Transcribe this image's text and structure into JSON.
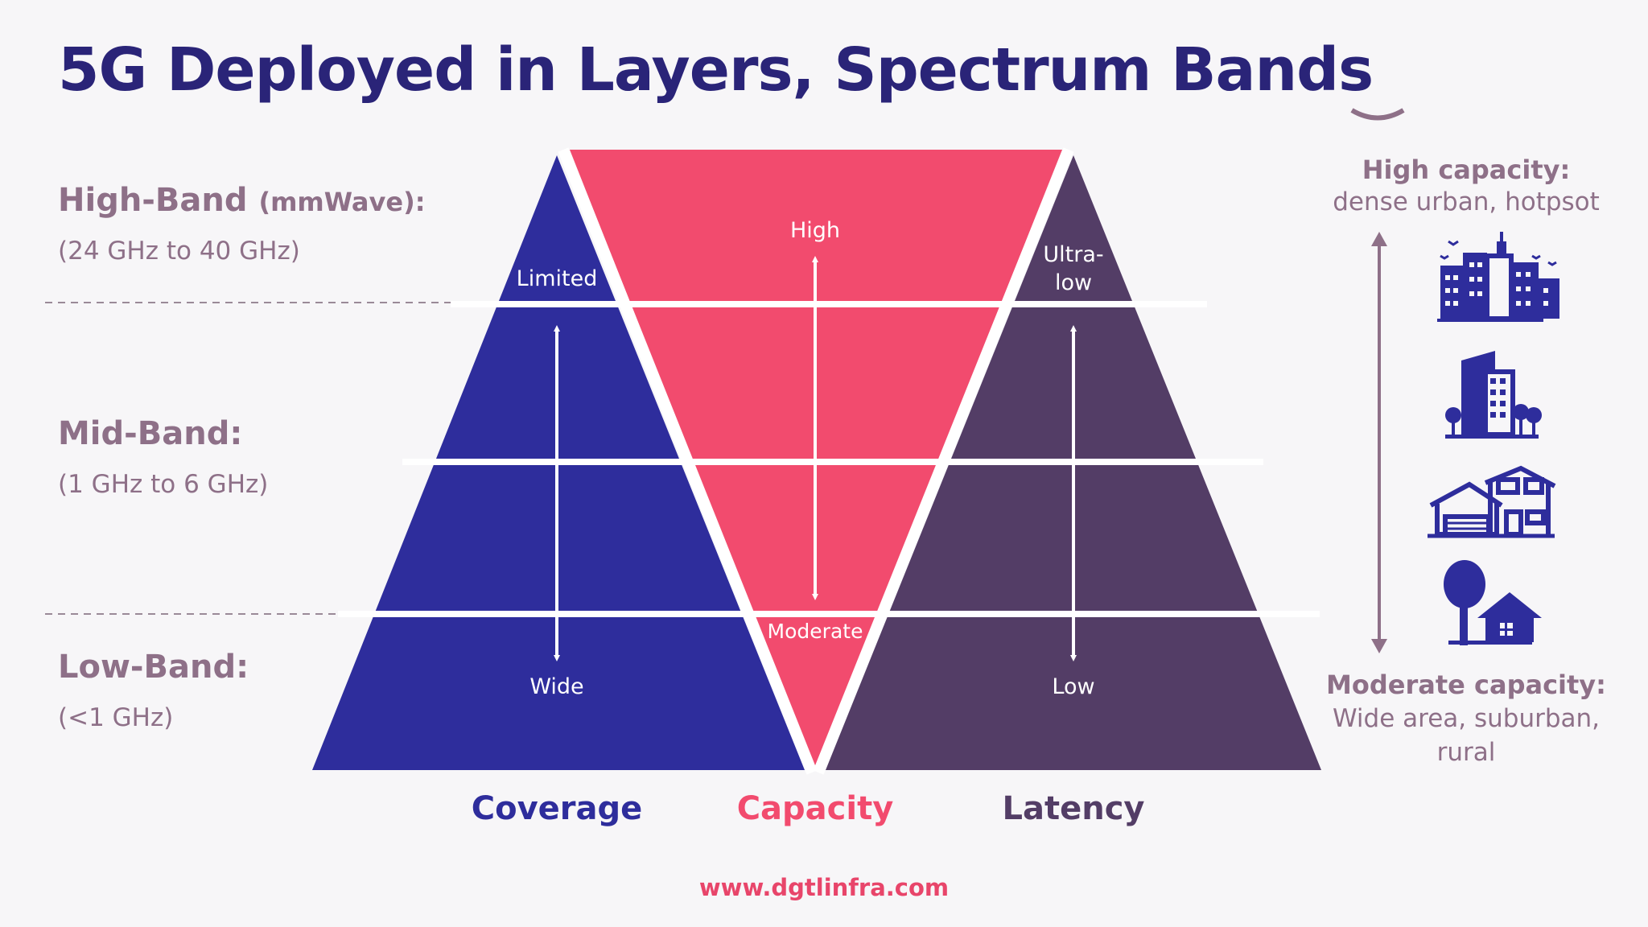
{
  "title": "5G Deployed in Layers, Spectrum Bands",
  "bands": [
    {
      "name": "High-Band",
      "qualifier": "(mmWave):",
      "range": "(24 GHz to 40 GHz)"
    },
    {
      "name": "Mid-Band:",
      "qualifier": "",
      "range": "(1 GHz to 6 GHz)"
    },
    {
      "name": "Low-Band:",
      "qualifier": "",
      "range": "(<1 GHz)"
    }
  ],
  "pyramids": {
    "coverage": {
      "label": "Coverage",
      "top": "Limited",
      "bottom": "Wide"
    },
    "capacity": {
      "label": "Capacity",
      "top": "High",
      "bottom": "Moderate"
    },
    "latency": {
      "label": "Latency",
      "top_line1": "Ultra-",
      "top_line2": "low",
      "bottom": "Low"
    }
  },
  "right": {
    "high_title": "High capacity:",
    "high_desc": "dense urban, hotpsot",
    "moderate_title": "Moderate capacity:",
    "moderate_desc_line1": "Wide area, suburban,",
    "moderate_desc_line2": "rural"
  },
  "icons": [
    "city-skyline-icon",
    "office-building-icon",
    "houses-icon",
    "rural-house-icon"
  ],
  "footer": "www.dgtlinfra.com",
  "colors": {
    "title": "#2a2478",
    "coverage": "#2e2d9c",
    "capacity": "#f24b6e",
    "latency": "#533d66",
    "band_text": "#8e7088",
    "footer": "#e8456a"
  }
}
